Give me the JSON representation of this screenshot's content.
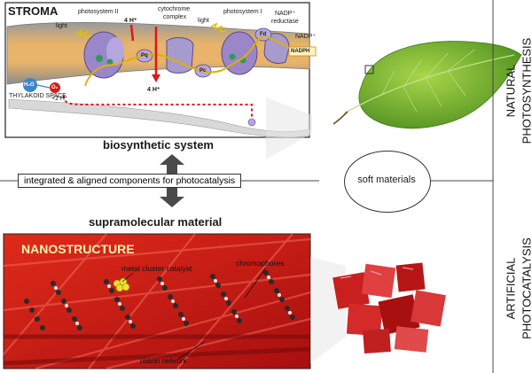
{
  "top_panel": {
    "stroma": "STROMA",
    "photosystem_ii": "photosystem II",
    "light_1": "light",
    "h_in": "4 H⁺",
    "cytochrome": "cytochrome",
    "complex": "complex",
    "light_2": "light",
    "photosystem_i": "photosystem I",
    "nadp_reductase_1": "NADP⁺",
    "nadp_reductase_2": "reductase",
    "nadp_plus": "NADP⁺",
    "nadph": "NADPH",
    "pq": "Pq",
    "pc": "Pc",
    "fd": "Fd",
    "h2o": "H₂O",
    "o2": "O₂",
    "two_h": "+2 H⁺",
    "h_out": "4 H⁺",
    "thylakoid_space": "THYLAKOID SPACE",
    "caption": "biosynthetic system"
  },
  "middle": {
    "integrated_label": "integrated & aligned components for photocatalysis",
    "soft_materials": "soft materials"
  },
  "bottom_panel": {
    "caption": "supramolecular material",
    "nanostructure": "NANOSTRUCTURE",
    "metal_cluster": "metal cluster catalyst",
    "chromophores": "chromophores",
    "ribbon": "ribbon network"
  },
  "side_labels": {
    "natural_1": "NATURAL",
    "natural_2": "PHOTOSYNTHESIS",
    "artificial_1": "ARTIFICIAL",
    "artificial_2": "PHOTOCATALYSIS"
  },
  "colors": {
    "accent_red": "#d81b1b",
    "membrane_tan": "#e8b36a",
    "protein_purple": "#9a86c8",
    "leaf_green": "#6fae2c",
    "gel_red": "#d42a2a"
  }
}
